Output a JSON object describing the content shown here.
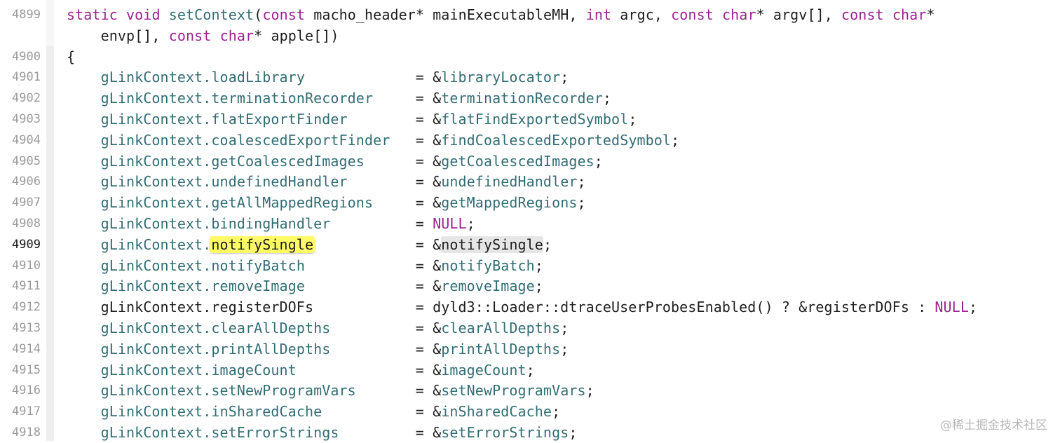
{
  "colors": {
    "keyword": "#9b2393",
    "identifier": "#326d74",
    "plain": "#1e1e1e",
    "line_number": "#9b9b9b",
    "highlight_yellow": "#fefb67",
    "highlight_gray": "#e6e6e6"
  },
  "editor": {
    "current_line": "4909",
    "lines": [
      {
        "num": "4899",
        "tokens": [
          {
            "t": "static",
            "c": "kw"
          },
          {
            "t": " ",
            "c": "plain"
          },
          {
            "t": "void",
            "c": "kw"
          },
          {
            "t": " ",
            "c": "plain"
          },
          {
            "t": "setContext",
            "c": "fn"
          },
          {
            "t": "(",
            "c": "plain"
          },
          {
            "t": "const",
            "c": "kw"
          },
          {
            "t": " macho_header* mainExecutableMH, ",
            "c": "plain"
          },
          {
            "t": "int",
            "c": "kw"
          },
          {
            "t": " argc, ",
            "c": "plain"
          },
          {
            "t": "const",
            "c": "kw"
          },
          {
            "t": " ",
            "c": "plain"
          },
          {
            "t": "char",
            "c": "kw"
          },
          {
            "t": "* argv[], ",
            "c": "plain"
          },
          {
            "t": "const",
            "c": "kw"
          },
          {
            "t": " ",
            "c": "plain"
          },
          {
            "t": "char",
            "c": "kw"
          },
          {
            "t": "*",
            "c": "plain"
          }
        ]
      },
      {
        "num": "",
        "tokens": [
          {
            "t": "    envp[], ",
            "c": "plain"
          },
          {
            "t": "const",
            "c": "kw"
          },
          {
            "t": " ",
            "c": "plain"
          },
          {
            "t": "char",
            "c": "kw"
          },
          {
            "t": "* apple[])",
            "c": "plain"
          }
        ]
      },
      {
        "num": "4900",
        "tokens": [
          {
            "t": "{",
            "c": "plain"
          }
        ]
      },
      {
        "num": "4901",
        "tokens": [
          {
            "t": "    gLinkContext.",
            "c": "mem"
          },
          {
            "t": "loadLibrary",
            "c": "mem"
          },
          {
            "t": "             = &",
            "c": "plain"
          },
          {
            "t": "libraryLocator",
            "c": "fn"
          },
          {
            "t": ";",
            "c": "plain"
          }
        ]
      },
      {
        "num": "4902",
        "tokens": [
          {
            "t": "    gLinkContext.",
            "c": "mem"
          },
          {
            "t": "terminationRecorder",
            "c": "mem"
          },
          {
            "t": "     = &",
            "c": "plain"
          },
          {
            "t": "terminationRecorder",
            "c": "fn"
          },
          {
            "t": ";",
            "c": "plain"
          }
        ]
      },
      {
        "num": "4903",
        "tokens": [
          {
            "t": "    gLinkContext.",
            "c": "mem"
          },
          {
            "t": "flatExportFinder",
            "c": "mem"
          },
          {
            "t": "        = &",
            "c": "plain"
          },
          {
            "t": "flatFindExportedSymbol",
            "c": "fn"
          },
          {
            "t": ";",
            "c": "plain"
          }
        ]
      },
      {
        "num": "4904",
        "tokens": [
          {
            "t": "    gLinkContext.",
            "c": "mem"
          },
          {
            "t": "coalescedExportFinder",
            "c": "mem"
          },
          {
            "t": "   = &",
            "c": "plain"
          },
          {
            "t": "findCoalescedExportedSymbol",
            "c": "fn"
          },
          {
            "t": ";",
            "c": "plain"
          }
        ]
      },
      {
        "num": "4905",
        "tokens": [
          {
            "t": "    gLinkContext.",
            "c": "mem"
          },
          {
            "t": "getCoalescedImages",
            "c": "mem"
          },
          {
            "t": "      = &",
            "c": "plain"
          },
          {
            "t": "getCoalescedImages",
            "c": "fn"
          },
          {
            "t": ";",
            "c": "plain"
          }
        ]
      },
      {
        "num": "4906",
        "tokens": [
          {
            "t": "    gLinkContext.",
            "c": "mem"
          },
          {
            "t": "undefinedHandler",
            "c": "mem"
          },
          {
            "t": "        = &",
            "c": "plain"
          },
          {
            "t": "undefinedHandler",
            "c": "fn"
          },
          {
            "t": ";",
            "c": "plain"
          }
        ]
      },
      {
        "num": "4907",
        "tokens": [
          {
            "t": "    gLinkContext.",
            "c": "mem"
          },
          {
            "t": "getAllMappedRegions",
            "c": "mem"
          },
          {
            "t": "     = &",
            "c": "plain"
          },
          {
            "t": "getMappedRegions",
            "c": "fn"
          },
          {
            "t": ";",
            "c": "plain"
          }
        ]
      },
      {
        "num": "4908",
        "tokens": [
          {
            "t": "    gLinkContext.",
            "c": "mem"
          },
          {
            "t": "bindingHandler",
            "c": "mem"
          },
          {
            "t": "          = ",
            "c": "plain"
          },
          {
            "t": "NULL",
            "c": "kw"
          },
          {
            "t": ";",
            "c": "plain"
          }
        ]
      },
      {
        "num": "4909",
        "tokens": [
          {
            "t": "    gLinkContext.",
            "c": "mem"
          },
          {
            "t": "notifySingle",
            "c": "hly"
          },
          {
            "t": "            = &",
            "c": "plain"
          },
          {
            "t": "notifySingle",
            "c": "hlg"
          },
          {
            "t": ";",
            "c": "plain"
          }
        ]
      },
      {
        "num": "4910",
        "tokens": [
          {
            "t": "    gLinkContext.",
            "c": "mem"
          },
          {
            "t": "notifyBatch",
            "c": "mem"
          },
          {
            "t": "             = &",
            "c": "plain"
          },
          {
            "t": "notifyBatch",
            "c": "fn"
          },
          {
            "t": ";",
            "c": "plain"
          }
        ]
      },
      {
        "num": "4911",
        "tokens": [
          {
            "t": "    gLinkContext.",
            "c": "mem"
          },
          {
            "t": "removeImage",
            "c": "mem"
          },
          {
            "t": "             = &",
            "c": "plain"
          },
          {
            "t": "removeImage",
            "c": "fn"
          },
          {
            "t": ";",
            "c": "plain"
          }
        ]
      },
      {
        "num": "4912",
        "tokens": [
          {
            "t": "    gLinkContext.registerDOFs",
            "c": "plain"
          },
          {
            "t": "            = dyld3::Loader::dtraceUserProbesEnabled() ? &registerDOFs : ",
            "c": "plain"
          },
          {
            "t": "NULL",
            "c": "kw"
          },
          {
            "t": ";",
            "c": "plain"
          }
        ]
      },
      {
        "num": "4913",
        "tokens": [
          {
            "t": "    gLinkContext.",
            "c": "mem"
          },
          {
            "t": "clearAllDepths",
            "c": "mem"
          },
          {
            "t": "          = &",
            "c": "plain"
          },
          {
            "t": "clearAllDepths",
            "c": "fn"
          },
          {
            "t": ";",
            "c": "plain"
          }
        ]
      },
      {
        "num": "4914",
        "tokens": [
          {
            "t": "    gLinkContext.",
            "c": "mem"
          },
          {
            "t": "printAllDepths",
            "c": "mem"
          },
          {
            "t": "          = &",
            "c": "plain"
          },
          {
            "t": "printAllDepths",
            "c": "fn"
          },
          {
            "t": ";",
            "c": "plain"
          }
        ]
      },
      {
        "num": "4915",
        "tokens": [
          {
            "t": "    gLinkContext.",
            "c": "mem"
          },
          {
            "t": "imageCount",
            "c": "mem"
          },
          {
            "t": "              = &",
            "c": "plain"
          },
          {
            "t": "imageCount",
            "c": "fn"
          },
          {
            "t": ";",
            "c": "plain"
          }
        ]
      },
      {
        "num": "4916",
        "tokens": [
          {
            "t": "    gLinkContext.",
            "c": "mem"
          },
          {
            "t": "setNewProgramVars",
            "c": "mem"
          },
          {
            "t": "       = &",
            "c": "plain"
          },
          {
            "t": "setNewProgramVars",
            "c": "fn"
          },
          {
            "t": ";",
            "c": "plain"
          }
        ]
      },
      {
        "num": "4917",
        "tokens": [
          {
            "t": "    gLinkContext.",
            "c": "mem"
          },
          {
            "t": "inSharedCache",
            "c": "mem"
          },
          {
            "t": "           = &",
            "c": "plain"
          },
          {
            "t": "inSharedCache",
            "c": "fn"
          },
          {
            "t": ";",
            "c": "plain"
          }
        ]
      },
      {
        "num": "4918",
        "tokens": [
          {
            "t": "    gLinkContext.",
            "c": "mem"
          },
          {
            "t": "setErrorStrings",
            "c": "mem"
          },
          {
            "t": "         = &",
            "c": "plain"
          },
          {
            "t": "setErrorStrings",
            "c": "fn"
          },
          {
            "t": ";",
            "c": "plain"
          }
        ]
      }
    ]
  },
  "watermark": "@稀土掘金技术社区"
}
